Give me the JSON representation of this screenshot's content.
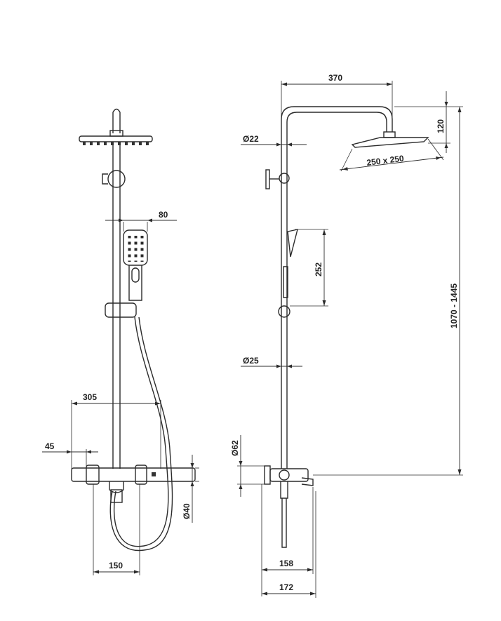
{
  "front_view": {
    "dim_handshower_width": "80",
    "dim_spout_reach": "305",
    "dim_outlet_offset": "45",
    "dim_body_diameter": "Ø40",
    "dim_connection_spacing": "150"
  },
  "side_view": {
    "dim_arm_length": "370",
    "dim_head_drop": "120",
    "dim_head_size": "250 x 250",
    "dim_upper_pipe_diameter": "Ø22",
    "dim_handshower_length": "252",
    "dim_lower_pipe_diameter": "Ø25",
    "dim_height_range": "1070 - 1445",
    "dim_rosette_diameter": "Ø62",
    "dim_spout_depth": "158",
    "dim_total_depth": "172"
  },
  "colors": {
    "line": "#2b2b2b",
    "background": "#ffffff"
  }
}
